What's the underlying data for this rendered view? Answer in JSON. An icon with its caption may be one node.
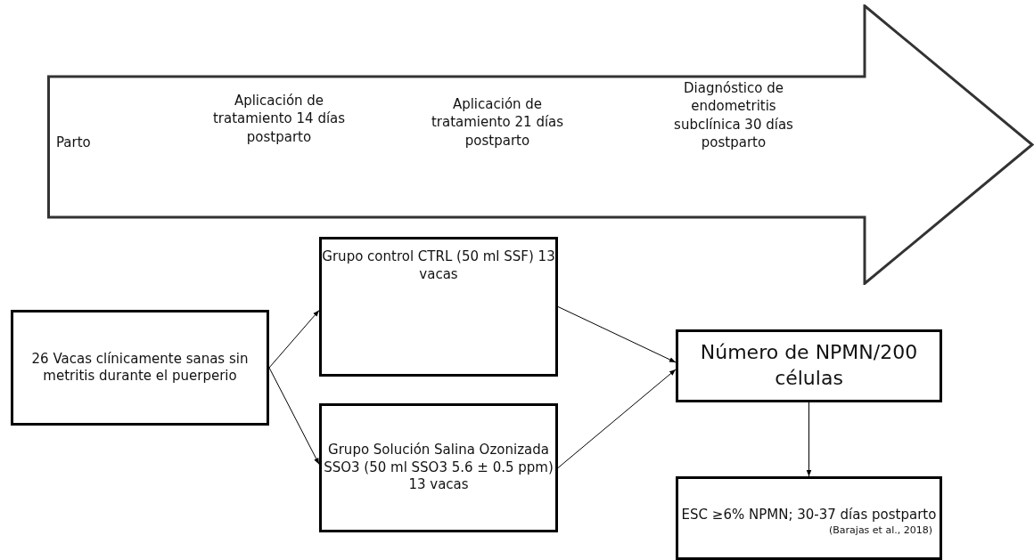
{
  "diagram": {
    "nodes": [
      {
        "text": [
          "Parto",
          "Aplicación de tratamiento 14 días postparto",
          "Aplicación de tratamiento 21 días postparto",
          "Diagnóstico de endometritis subclínica 30 días postparto"
        ]
      },
      {
        "text": [
          "26 Vacas clínicamente sanas sin metritis durante el puerperio"
        ]
      },
      {
        "text": [
          "Grupo control CTRL (50 ml SSF) 13 vacas"
        ]
      },
      {
        "text": [
          "Grupo Solución Salina Ozonizada SSO3 (50 ml SSO3 5.6 ± 0.5 ppm) 13 vacas"
        ]
      },
      {
        "text": [
          "Número de NPMN/200 células"
        ]
      },
      {
        "text": [
          "ESC ≥6% NPMN; 30-37 días postparto",
          "(Barajas et al., 2018)"
        ]
      }
    ],
    "edges": [
      {
        "from": 1,
        "to": 2,
        "arrow": "to"
      },
      {
        "from": 1,
        "to": 3,
        "arrow": "to"
      },
      {
        "from": 2,
        "to": 4,
        "arrow": "to"
      },
      {
        "from": 3,
        "to": 4,
        "arrow": "to"
      },
      {
        "from": 4,
        "to": 5,
        "arrow": "to"
      }
    ]
  }
}
